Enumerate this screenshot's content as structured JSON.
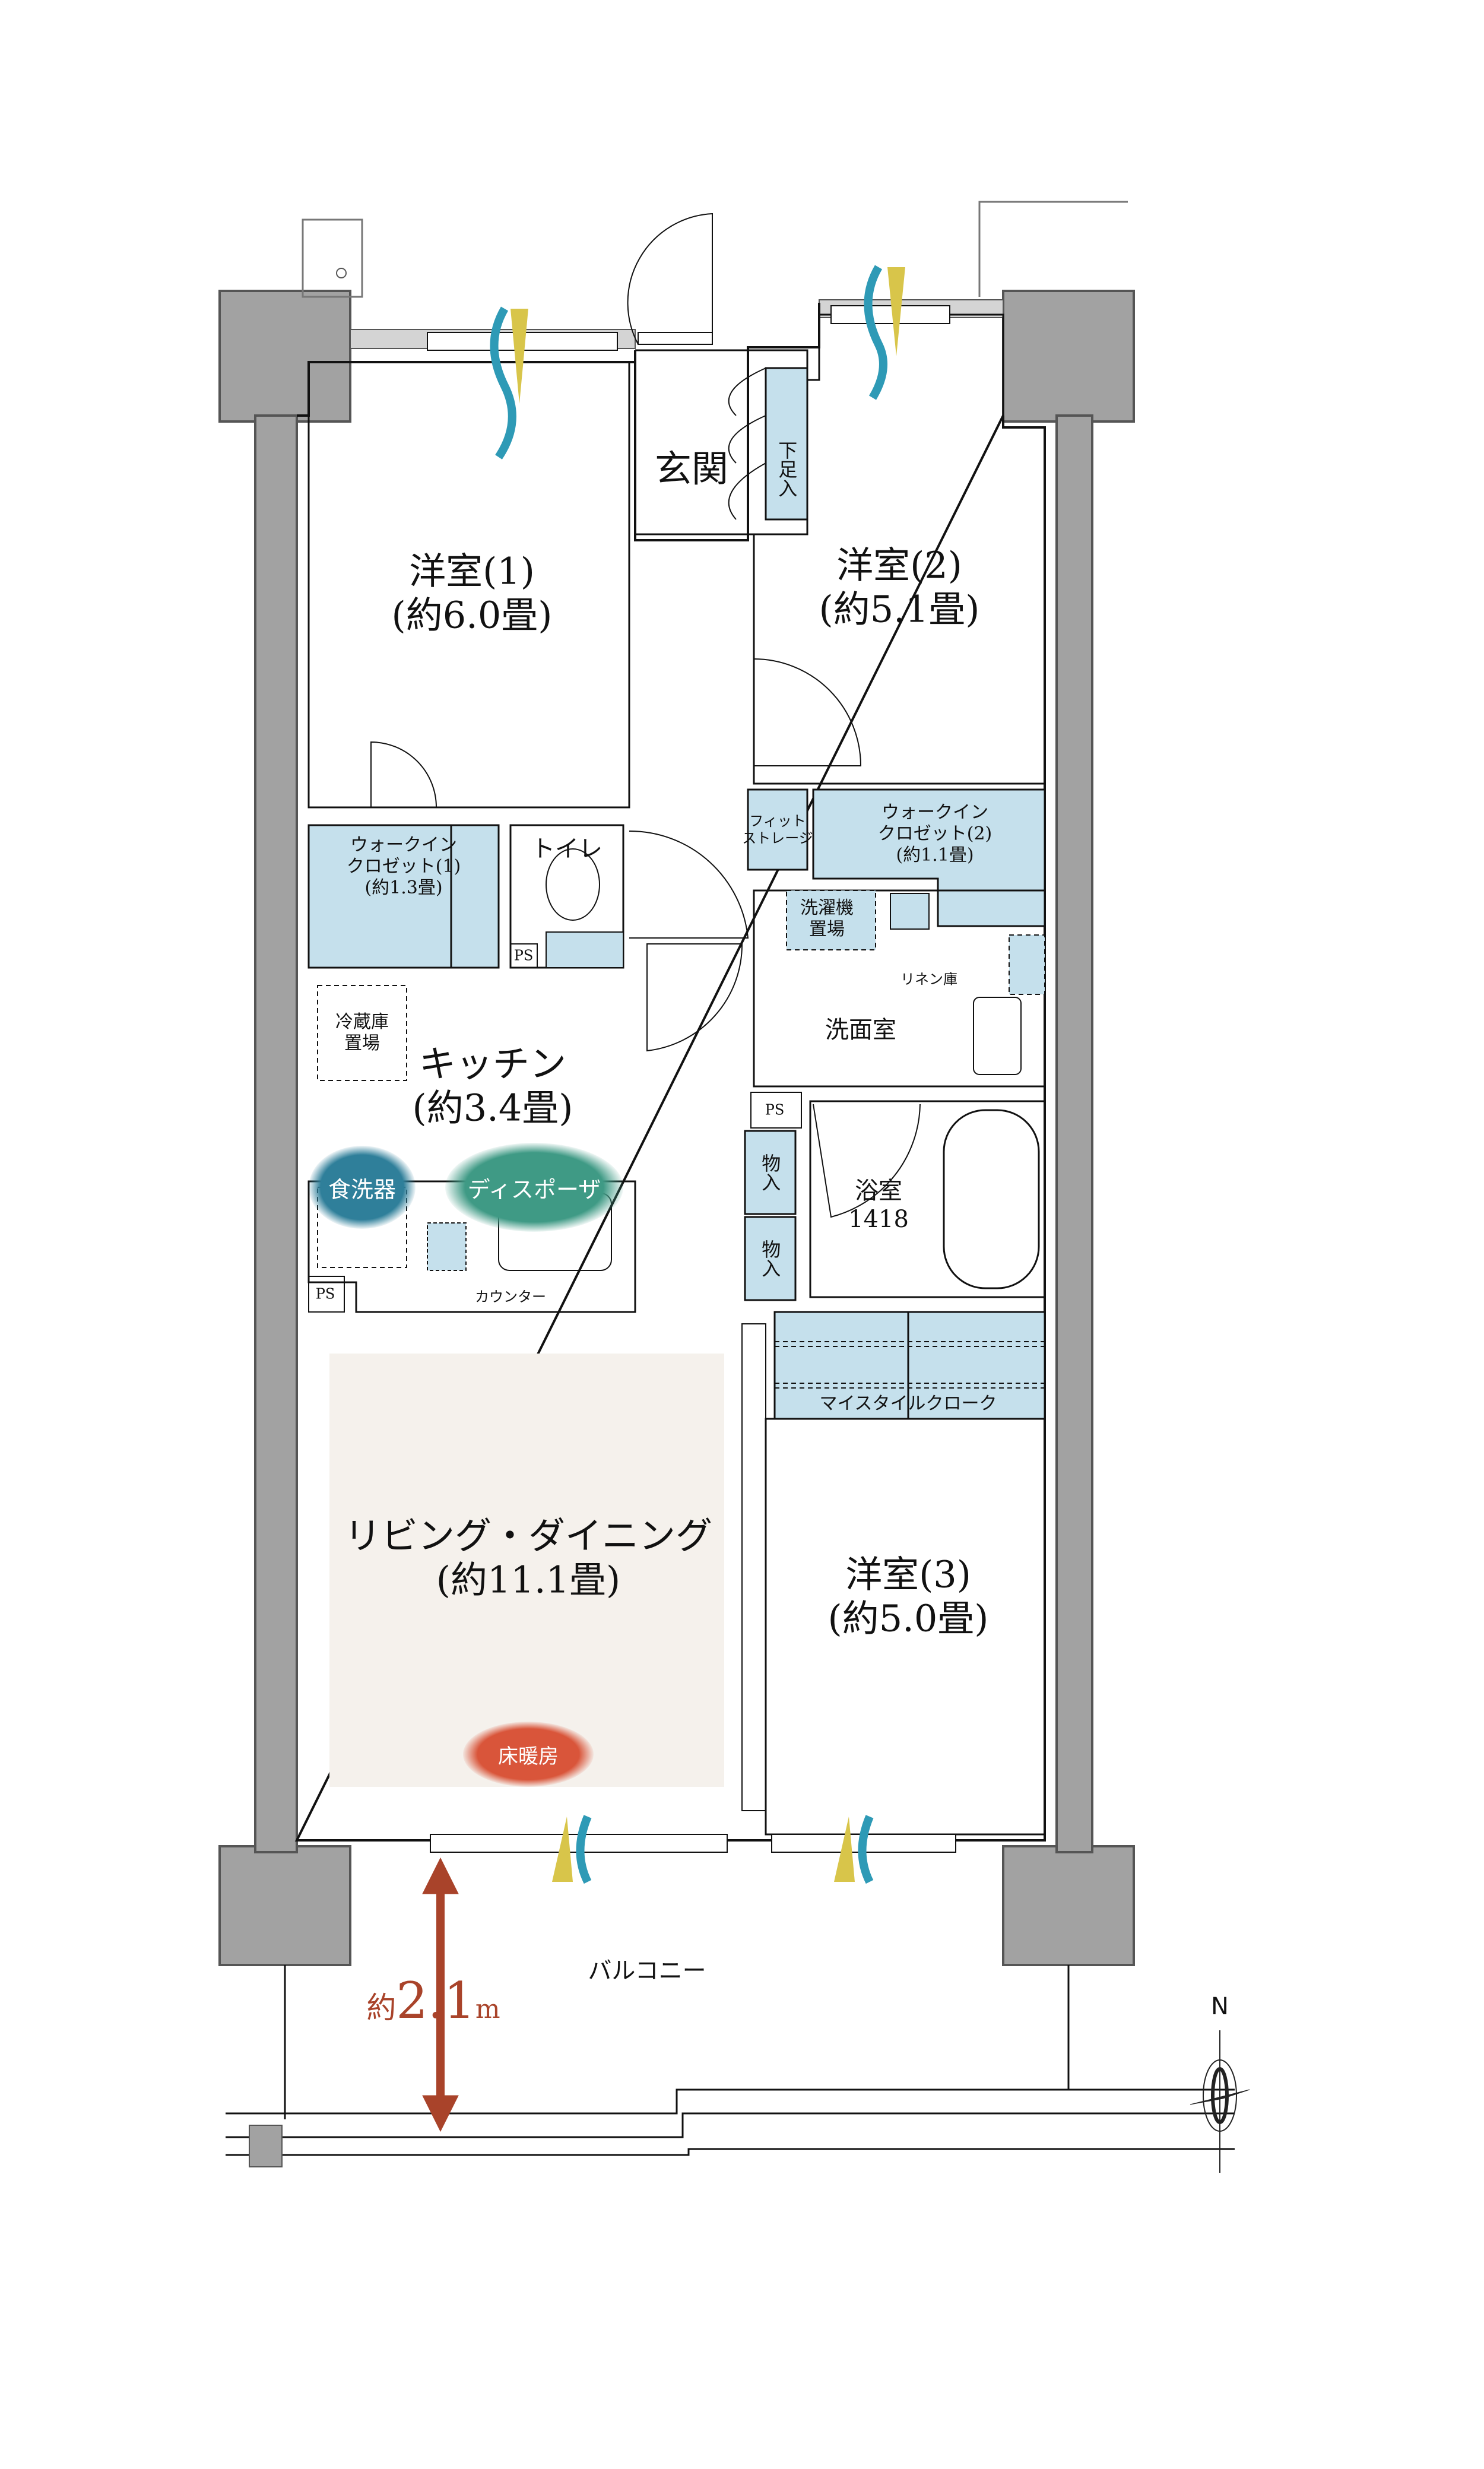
{
  "rooms": {
    "western1": {
      "name": "洋室(1)",
      "size": "(約6.0畳)"
    },
    "western2": {
      "name": "洋室(2)",
      "size": "(約5.1畳)"
    },
    "western3": {
      "name": "洋室(3)",
      "size": "(約5.0畳)"
    },
    "entrance": {
      "name": "玄関"
    },
    "shoe_storage": {
      "name": "下足入"
    },
    "wic1": {
      "line1": "ウォークイン",
      "line2": "クロゼット(1)",
      "size": "(約1.3畳)"
    },
    "wic2": {
      "line1": "ウォークイン",
      "line2": "クロゼット(2)",
      "size": "(約1.1畳)"
    },
    "toilet": {
      "name": "トイレ"
    },
    "fit_storage": {
      "line1": "フィット",
      "line2": "ストレージ"
    },
    "washer": {
      "line1": "洗濯機",
      "line2": "置場"
    },
    "linen": {
      "name": "リネン庫"
    },
    "washroom": {
      "name": "洗面室"
    },
    "fridge": {
      "line1": "冷蔵庫",
      "line2": "置場"
    },
    "kitchen": {
      "name": "キッチン",
      "size": "(約3.4畳)"
    },
    "bath": {
      "name": "浴室",
      "model": "1418"
    },
    "storage_a": {
      "name": "物入"
    },
    "storage_b": {
      "name": "物入"
    },
    "ps_toilet": {
      "name": "PS"
    },
    "ps_bath": {
      "name": "PS"
    },
    "ps_kitchen": {
      "name": "PS"
    },
    "counter": {
      "name": "カウンター"
    },
    "my_style_cloak": {
      "name": "マイスタイルクローク"
    },
    "living": {
      "name": "リビング・ダイニング",
      "size": "(約11.1畳)"
    },
    "balcony": {
      "name": "バルコニー"
    }
  },
  "features": {
    "dishwasher": {
      "label": "食洗器",
      "color": "#2f7f9a"
    },
    "disposer": {
      "label": "ディスポーザ",
      "color": "#3f9a85"
    },
    "floor_heating": {
      "label": "床暖房",
      "color": "#d9553a"
    }
  },
  "dimension": {
    "label_prefix": "約",
    "value": "2.1",
    "unit": "m",
    "color": "#a9432a"
  },
  "compass": {
    "label": "N"
  },
  "colors": {
    "wall": "#a2a2a2",
    "storage_fill": "#c5e0ec",
    "living_fill": "#f5f1ec",
    "sash": "#d4d4d4",
    "airflow_yellow": "#d8c54a",
    "airflow_blue": "#2e9ab6"
  }
}
